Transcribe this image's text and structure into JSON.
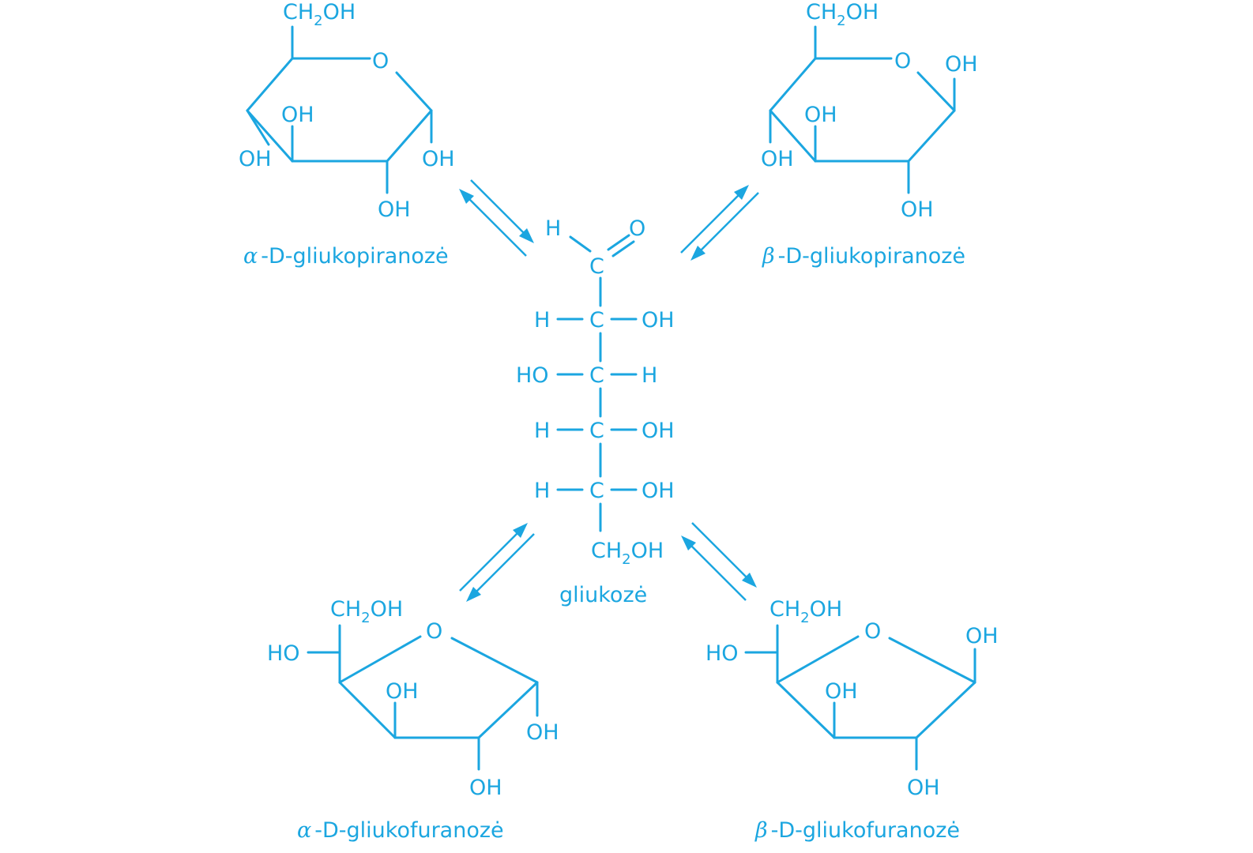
{
  "colors": {
    "structure": "#1ba6e0",
    "background": "#ffffff"
  },
  "atoms": {
    "CH": "CH",
    "sub2": "2",
    "OH_suffix": "OH",
    "O": "O",
    "OH": "OH",
    "HO": "HO",
    "H": "H",
    "C": "C"
  },
  "labels": {
    "alpha_symbol": "α",
    "beta_symbol": "β",
    "alpha_pyranose": "-D-gliukopiranozė",
    "beta_pyranose": "-D-gliukopiranozė",
    "alpha_furanose": "-D-gliukofuranozė",
    "beta_furanose": "-D-gliukofuranozė",
    "open_chain": "gliukozė"
  }
}
